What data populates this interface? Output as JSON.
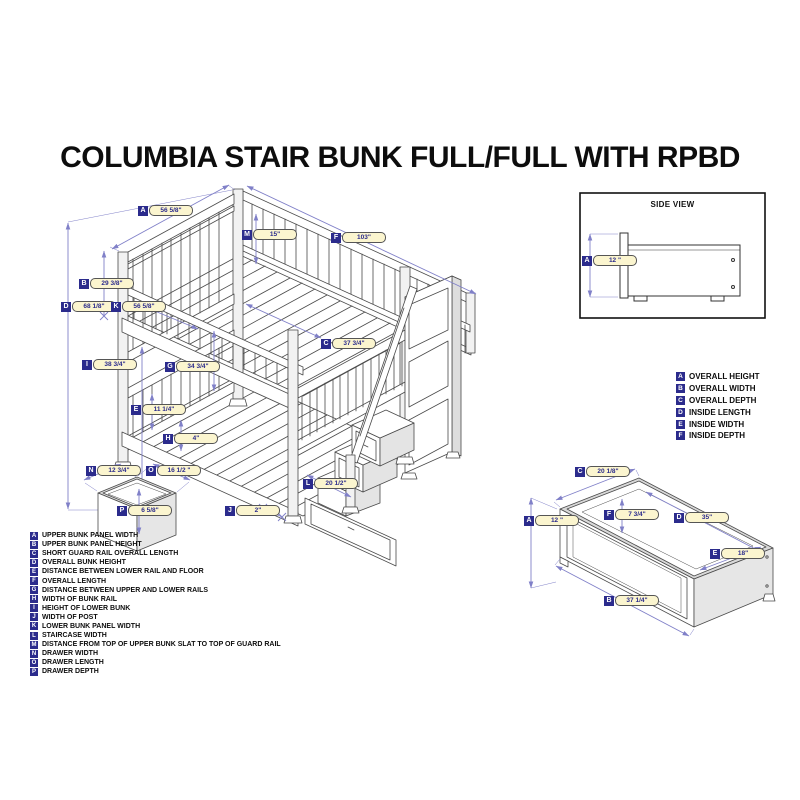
{
  "title": "COLUMBIA STAIR BUNK FULL/FULL WITH RPBD",
  "colors": {
    "dim_line": "#8080c8",
    "label_box": "#2b2b8c",
    "pill_bg": "#fbf5cf",
    "drawing_line": "#4a4a4a"
  },
  "side_view": {
    "title": "SIDE VIEW",
    "dims": {
      "A": {
        "k": "A",
        "v": "12 \""
      }
    }
  },
  "bed": {
    "dims": {
      "A": {
        "k": "A",
        "v": "56 5/8\""
      },
      "B": {
        "k": "B",
        "v": "29 3/8\""
      },
      "C": {
        "k": "C",
        "v": "37 3/4\""
      },
      "D": {
        "k": "D",
        "v": "68 1/8\""
      },
      "E": {
        "k": "E",
        "v": "11 1/4\""
      },
      "F": {
        "k": "F",
        "v": "103\""
      },
      "G": {
        "k": "G",
        "v": "34 3/4\""
      },
      "H": {
        "k": "H",
        "v": "4\""
      },
      "I": {
        "k": "I",
        "v": "38 3/4\""
      },
      "J": {
        "k": "J",
        "v": "2\""
      },
      "K": {
        "k": "K",
        "v": "56 5/8\""
      },
      "L": {
        "k": "L",
        "v": "20 1/2\""
      },
      "M": {
        "k": "M",
        "v": "15\""
      }
    }
  },
  "small_drawer": {
    "dims": {
      "N": {
        "k": "N",
        "v": "12 3/4\""
      },
      "O": {
        "k": "O",
        "v": "16 1/2 \""
      },
      "P": {
        "k": "P",
        "v": "6 5/8\""
      }
    }
  },
  "large_drawer": {
    "dims": {
      "A": {
        "k": "A",
        "v": "12 \""
      },
      "B": {
        "k": "B",
        "v": "37 1/4\""
      },
      "C": {
        "k": "C",
        "v": "20 1/8\""
      },
      "D": {
        "k": "D",
        "v": "35\""
      },
      "E": {
        "k": "E",
        "v": "18\""
      },
      "F": {
        "k": "F",
        "v": "7 3/4\""
      }
    }
  },
  "bed_legend": [
    {
      "k": "A",
      "label": "UPPER BUNK PANEL WIDTH"
    },
    {
      "k": "B",
      "label": "UPPER BUNK PANEL HEIGHT"
    },
    {
      "k": "C",
      "label": "SHORT GUARD RAIL OVERALL LENGTH"
    },
    {
      "k": "D",
      "label": "OVERALL BUNK HEIGHT"
    },
    {
      "k": "E",
      "label": "DISTANCE BETWEEN LOWER RAIL AND FLOOR"
    },
    {
      "k": "F",
      "label": "OVERALL LENGTH"
    },
    {
      "k": "G",
      "label": "DISTANCE BETWEEN UPPER AND LOWER RAILS"
    },
    {
      "k": "H",
      "label": "WIDTH OF BUNK RAIL"
    },
    {
      "k": "I",
      "label": "HEIGHT OF LOWER BUNK"
    },
    {
      "k": "J",
      "label": "WIDTH OF POST"
    },
    {
      "k": "K",
      "label": "LOWER BUNK PANEL WIDTH"
    },
    {
      "k": "L",
      "label": "STAIRCASE WIDTH"
    },
    {
      "k": "M",
      "label": "DISTANCE FROM TOP OF UPPER BUNK SLAT TO TOP OF GUARD RAIL"
    },
    {
      "k": "N",
      "label": "DRAWER WIDTH"
    },
    {
      "k": "O",
      "label": "DRAWER LENGTH"
    },
    {
      "k": "P",
      "label": "DRAWER DEPTH"
    }
  ],
  "drawer_legend": [
    {
      "k": "A",
      "label": "OVERALL HEIGHT"
    },
    {
      "k": "B",
      "label": "OVERALL WIDTH"
    },
    {
      "k": "C",
      "label": "OVERALL DEPTH"
    },
    {
      "k": "D",
      "label": "INSIDE LENGTH"
    },
    {
      "k": "E",
      "label": "INSIDE WIDTH"
    },
    {
      "k": "F",
      "label": "INSIDE DEPTH"
    }
  ]
}
